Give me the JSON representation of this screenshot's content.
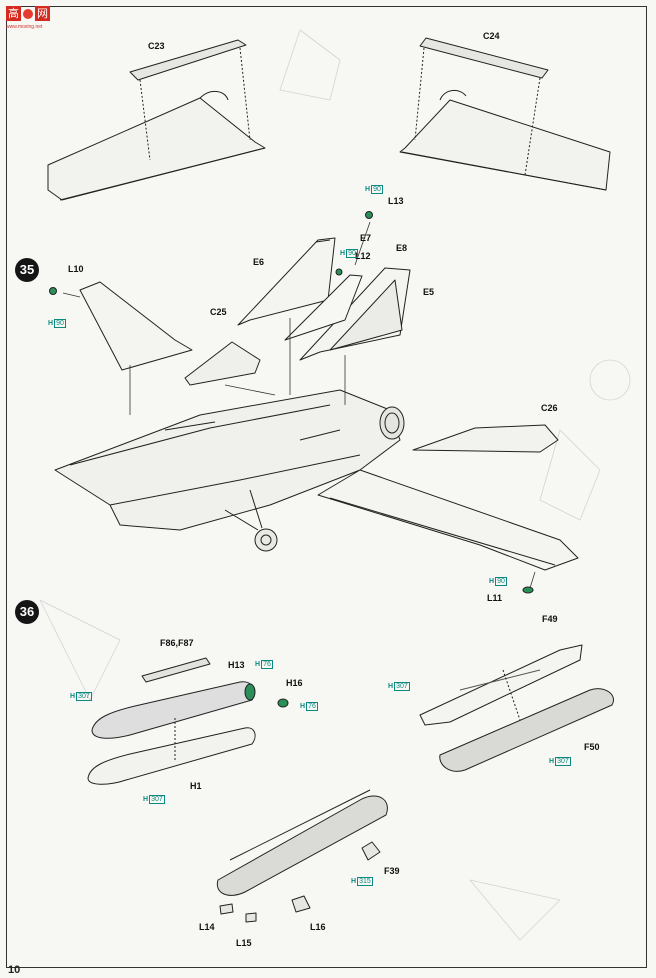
{
  "page_number": "10",
  "watermark": {
    "chars": [
      "高",
      "网"
    ],
    "url": "www.moxing.net"
  },
  "steps": {
    "step35": "35",
    "step36": "36"
  },
  "parts": {
    "c23": "C23",
    "c24": "C24",
    "l13": "L13",
    "e7": "E7",
    "e8": "E8",
    "l12": "L12",
    "e6": "E6",
    "e5": "E5",
    "l10": "L10",
    "c25": "C25",
    "c26": "C26",
    "l11": "L11",
    "f86_f87": "F86,F87",
    "h13": "H13",
    "h16": "H16",
    "h1": "H1",
    "f49": "F49",
    "f50": "F50",
    "f39": "F39",
    "l14": "L14",
    "l15": "L15",
    "l16": "L16"
  },
  "paint": {
    "h90_l13": {
      "code": "H",
      "num": "90"
    },
    "h90_l12": {
      "code": "H",
      "num": "90"
    },
    "h90_l10": {
      "code": "H",
      "num": "90"
    },
    "h90_l11": {
      "code": "H",
      "num": "90"
    },
    "h76_h13": {
      "code": "H",
      "num": "76"
    },
    "h76_h16": {
      "code": "H",
      "num": "76"
    },
    "h307_left": {
      "code": "H",
      "num": "307"
    },
    "h307_h1": {
      "code": "H",
      "num": "307"
    },
    "h307_right": {
      "code": "H",
      "num": "307"
    },
    "h307_f50": {
      "code": "H",
      "num": "307"
    },
    "h315_f39": {
      "code": "H",
      "num": "315"
    }
  }
}
